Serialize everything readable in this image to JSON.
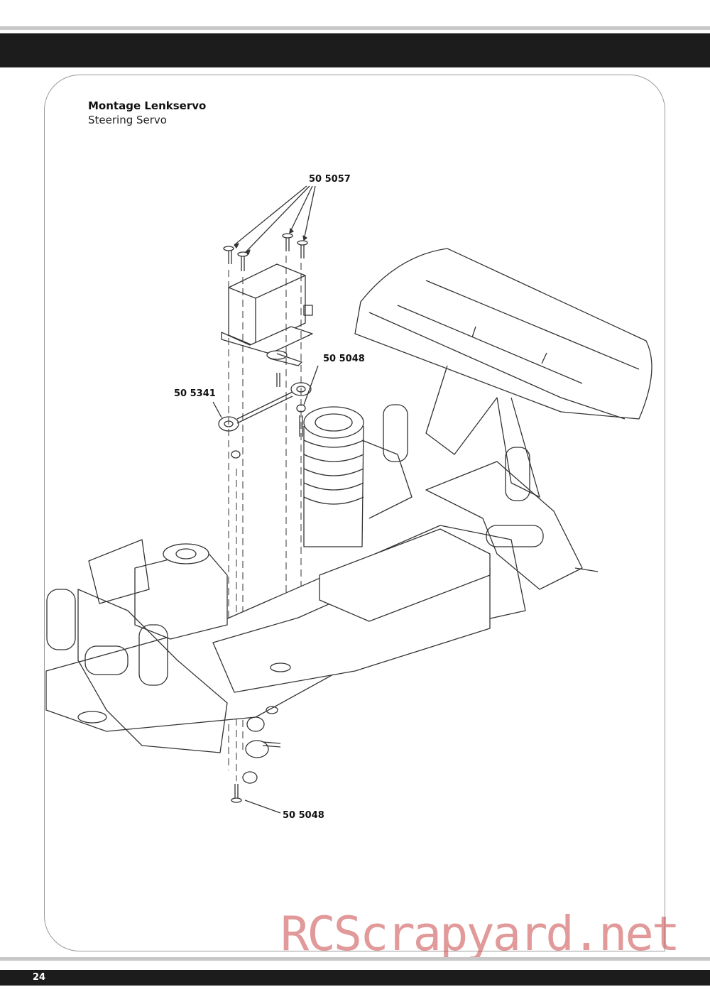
{
  "section": {
    "title": "Montage Lenkservo",
    "subtitle": "Steering Servo"
  },
  "part_labels": {
    "screws_top": "50 5057",
    "screw_ballstud": "50 5048",
    "linkage": "50 5341",
    "screw_bottom": "50 5048"
  },
  "watermark": "RCScrapyard.net",
  "footer": {
    "page_number": "24"
  }
}
